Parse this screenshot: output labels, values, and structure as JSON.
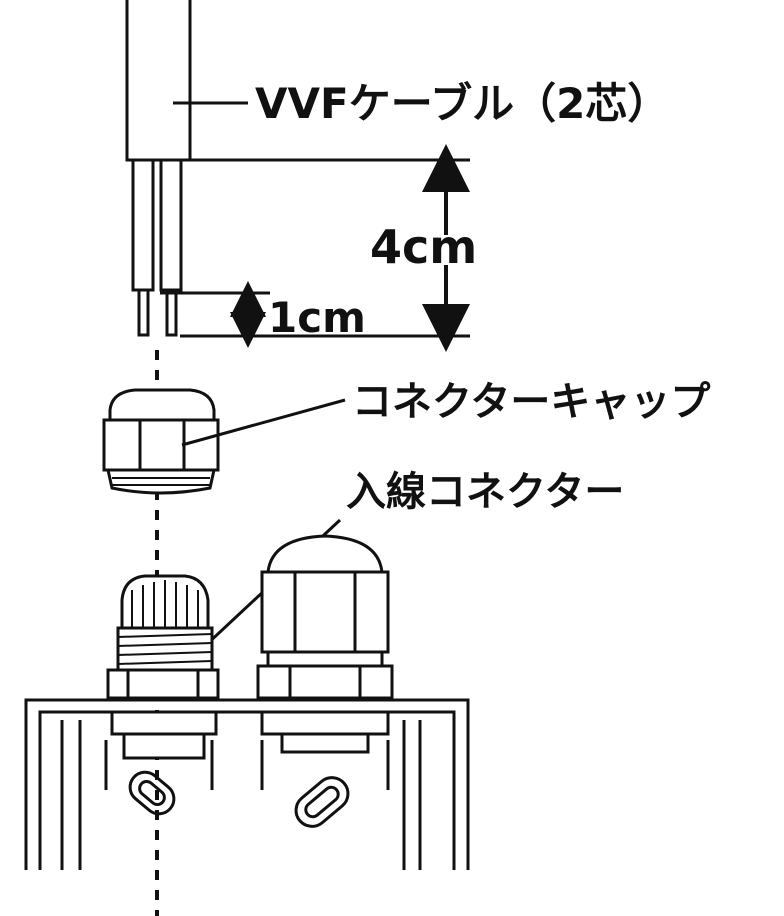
{
  "labels": {
    "cable": "VVFケーブル（2芯）",
    "dim_large": "4cm",
    "dim_small": "1cm",
    "cap": "コネクターキャップ",
    "connector": "入線コネクター"
  },
  "colors": {
    "ink": "#111111",
    "paper": "#ffffff"
  }
}
